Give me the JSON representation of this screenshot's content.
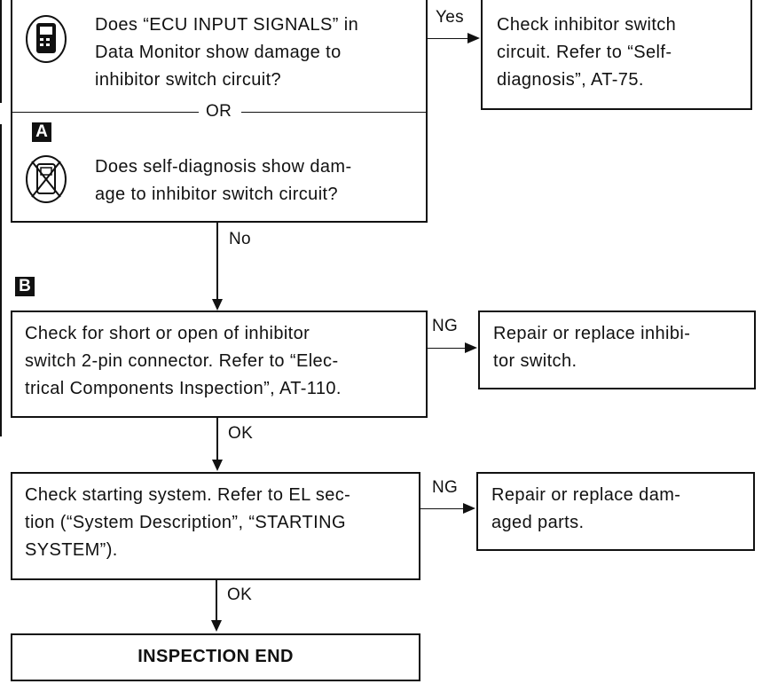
{
  "q1": {
    "text": "Does “ECU INPUT SIGNALS” in\nData Monitor show damage to\ninhibitor switch circuit?",
    "or_label": "OR",
    "marker": "A",
    "text2": "Does self-diagnosis show dam-\nage to inhibitor switch circuit?",
    "icon1": "consult-tester-icon",
    "icon2": "no-tester-icon"
  },
  "yes_label": "Yes",
  "yes_box": "Check inhibitor switch\ncircuit. Refer to “Self-\ndiagnosis”, AT-75.",
  "no_label": "No",
  "step_b": {
    "marker": "B",
    "text": "Check for short or open of inhibitor\nswitch 2-pin connector. Refer to “Elec-\ntrical Components Inspection”, AT-110.",
    "ng_label": "NG",
    "ng_box": "Repair or replace inhibi-\ntor switch.",
    "ok_label": "OK"
  },
  "step_c": {
    "text": "Check starting system. Refer to EL sec-\ntion (“System Description”, “STARTING\nSYSTEM”).",
    "ng_label": "NG",
    "ng_box": "Repair or replace dam-\naged parts.",
    "ok_label": "OK"
  },
  "end_label": "INSPECTION END"
}
